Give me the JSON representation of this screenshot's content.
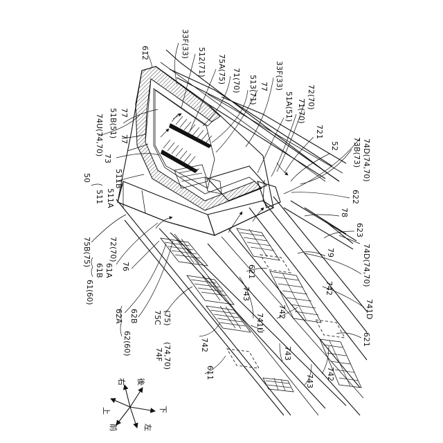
{
  "figure": {
    "labels": {
      "l_33f_top": "33F(33)",
      "l_512": "512(71)",
      "l_612": "612",
      "l_75a": "75A(75)",
      "l_71a": "71(70)",
      "l_513": "513(71)",
      "l_77a": "77",
      "l_33f_mid": "33F(33)",
      "l_72a": "72(70)",
      "l_51a": "51A(51)",
      "l_71b": "71(70)",
      "l_721": "721",
      "l_52": "52",
      "l_73b": "73B(73)",
      "l_74d_a": "74D(74,70)",
      "l_622": "622",
      "l_78": "78",
      "l_623": "623",
      "l_79": "79",
      "l_74d_b": "74D(74,70)",
      "l_741d": "741D",
      "l_621a": "621",
      "l_621b": "621",
      "l_742a": "742",
      "l_743a": "743",
      "l_742b": "742",
      "l_743b": "743",
      "l_742c": "742",
      "l_743c": "743",
      "l_741u": "741U",
      "l_742d": "742",
      "l_611": "611",
      "l_74u": "74U(74,70)",
      "l_51b": "51B(51)",
      "l_77b": "77",
      "l_77c": "77",
      "l_73": "73",
      "l_50": "50",
      "l_511": "511",
      "l_511a": "511A",
      "l_511b": "511B",
      "l_75b": "75B(75)",
      "l_61b": "61B",
      "l_61a": "61A",
      "l_61": "61(60)",
      "l_72b": "72(70)",
      "l_76": "76",
      "l_62a": "62A",
      "l_62b": "62B",
      "l_75c": "75C",
      "l_75c2": "(75)",
      "l_62": "62(60)",
      "l_74f": "74F",
      "l_74f2": "(74,70)"
    },
    "compass": {
      "up": "上",
      "right": "右",
      "back": "後",
      "down": "下",
      "front": "前",
      "left": "左"
    }
  }
}
